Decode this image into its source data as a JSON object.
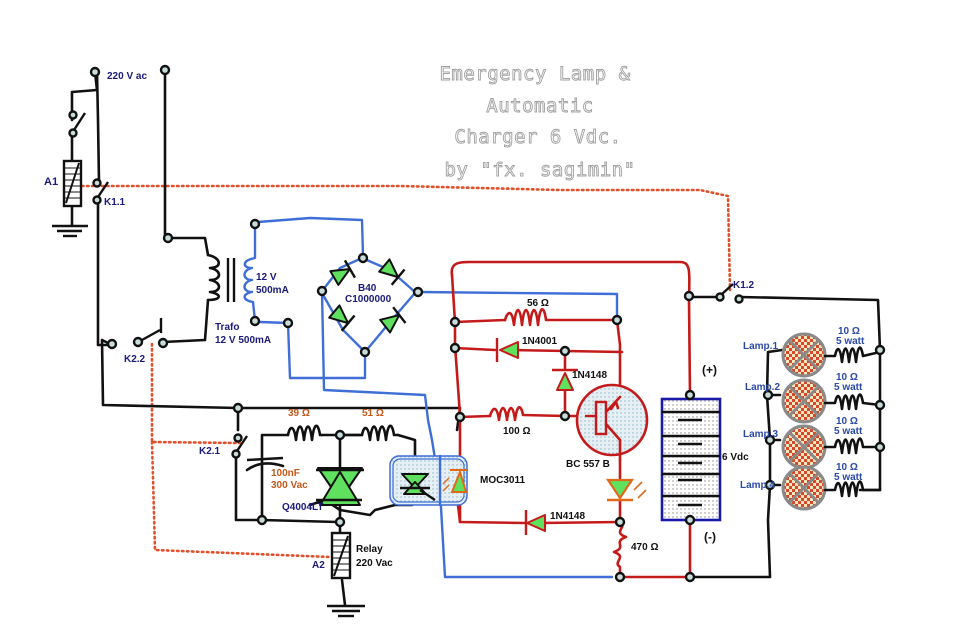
{
  "title": {
    "lines": [
      "Emergency Lamp &",
      "Automatic",
      "Charger 6 Vdc.",
      "by \"fx. sagimin\""
    ]
  },
  "mains": {
    "supply_label": "220 V ac"
  },
  "relay_k1": {
    "coil_label": "A1",
    "contact1_label": "K1.1",
    "contact2_label": "K1.2"
  },
  "relay_k2": {
    "coil_label": "A2",
    "contact1_label": "K2.1",
    "contact2_label": "K2.2",
    "name": "Relay",
    "rating": "220 Vac"
  },
  "transformer": {
    "secondary_label": [
      "12 V",
      "500mA"
    ],
    "name_label": [
      "Trafo",
      "12 V 500mA"
    ]
  },
  "bridge": {
    "label": [
      "B40",
      "C1000000"
    ]
  },
  "triac_stage": {
    "r1": "39 Ω",
    "r2": "51 Ω",
    "capacitor": [
      "100nF",
      "300 Vac"
    ],
    "triac": "Q4004LT",
    "optocoupler": "MOC3011"
  },
  "charger": {
    "r_56": "56 Ω",
    "d_1n4001": "1N4001",
    "d_1n4148_top": "1N4148",
    "r_100": "100 Ω",
    "transistor": "BC 557 B",
    "d_1n4148_bottom": "1N4148",
    "r_470": "470 Ω"
  },
  "battery": {
    "plus": "(+)",
    "minus": "(-)",
    "voltage": "6 Vdc"
  },
  "lamps": [
    {
      "label": "Lamp.1",
      "resistor": [
        "10 Ω",
        "5 watt"
      ]
    },
    {
      "label": "Lamp.2",
      "resistor": [
        "10 Ω",
        "5 watt"
      ]
    },
    {
      "label": "Lamp.3",
      "resistor": [
        "10 Ω",
        "5 watt"
      ]
    },
    {
      "label": "Lamp.4",
      "resistor": [
        "10 Ω",
        "5 watt"
      ]
    }
  ],
  "colors": {
    "mains_wire": "#111111",
    "low_voltage_wire": "#3f6fd6",
    "charger_wire": "#c41a1a",
    "relay_link": "#e0502a",
    "diode_fill": "#5fe05f",
    "label_navy": "#1a1a7a"
  }
}
